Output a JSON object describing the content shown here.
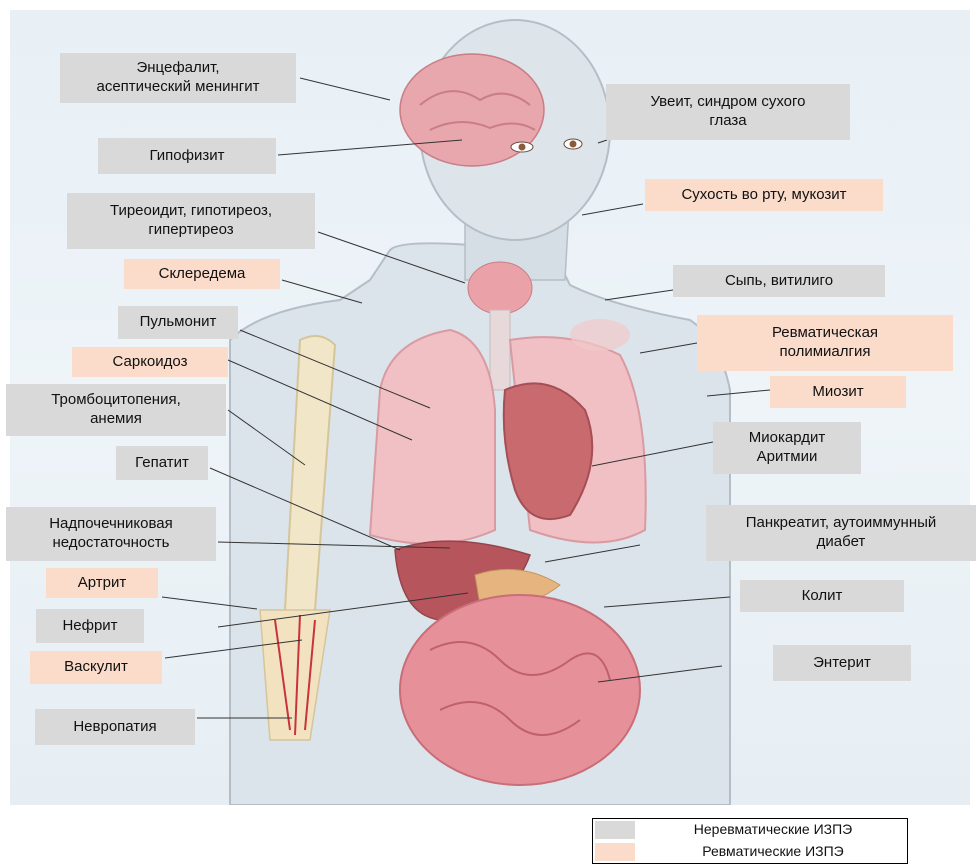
{
  "colors": {
    "non_rheumatic": "#d9d9d9",
    "rheumatic": "#fbdccb",
    "background": "#e8f0f6",
    "organ_pink": "#e9a0a8",
    "line": "#333333"
  },
  "labels": {
    "encephalitis": "Энцефалит,\nасептический менингит",
    "hypophysitis": "Гипофизит",
    "thyroiditis": "Тиреоидит, гипотиреоз,\nгипертиреоз",
    "scleredema": "Склередема",
    "pneumonitis": "Пульмонит",
    "sarcoidosis": "Саркоидоз",
    "thrombocytopenia": "Тромбоцитопения,\nанемия",
    "hepatitis": "Гепатит",
    "adrenal": "Надпочечниковая\nнедостаточность",
    "arthritis": "Артрит",
    "nephritis": "Нефрит",
    "vasculitis": "Васкулит",
    "neuropathy": "Невропатия",
    "uveitis": "Увеит, синдром сухого\nглаза",
    "dry_mouth": "Сухость во рту, мукозит",
    "rash": "Сыпь, витилиго",
    "pmr": "Ревматическая\nполимиалгия",
    "myositis": "Миозит",
    "myocarditis": "Миокардит\nАритмии",
    "pancreatitis": "Панкреатит, аутоиммунный\nдиабет",
    "colitis": "Колит",
    "enteritis": "Энтерит"
  },
  "legend": {
    "non_rheumatic": "Неревматические ИЗПЭ",
    "rheumatic": "Ревматические ИЗПЭ"
  }
}
